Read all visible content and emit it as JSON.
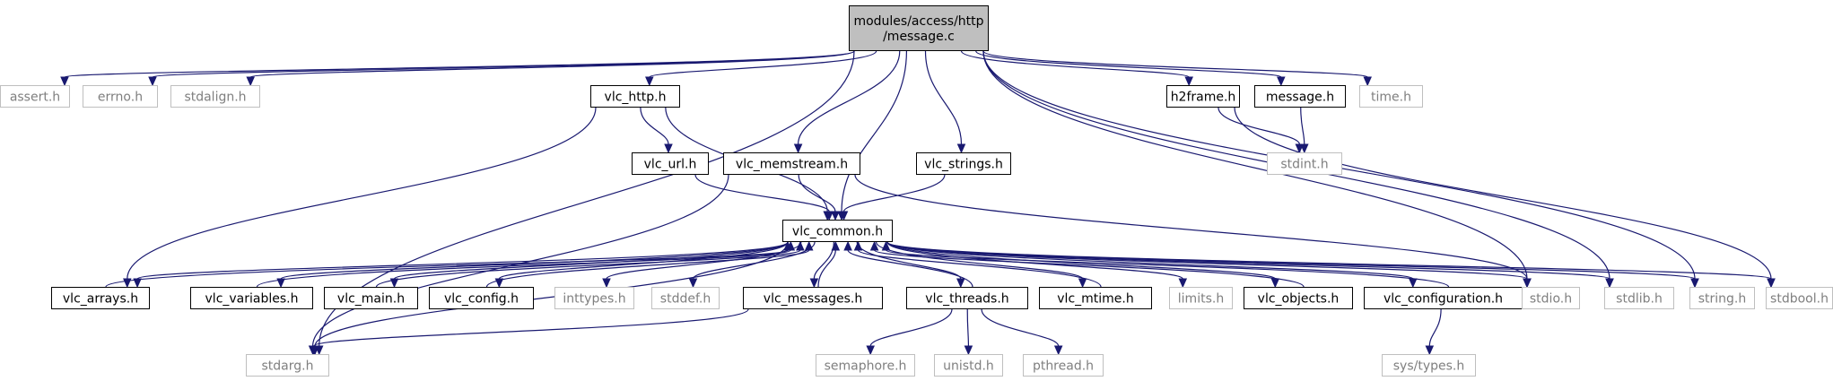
{
  "nodes": [
    {
      "id": "root",
      "lines": [
        "modules/access/http",
        "/message.c"
      ],
      "kind": "root"
    },
    {
      "id": "assert",
      "lines": [
        "assert.h"
      ],
      "kind": "sys"
    },
    {
      "id": "errno",
      "lines": [
        "errno.h"
      ],
      "kind": "sys"
    },
    {
      "id": "stdalign",
      "lines": [
        "stdalign.h"
      ],
      "kind": "sys"
    },
    {
      "id": "vlc_http",
      "lines": [
        "vlc_http.h"
      ],
      "kind": "doc"
    },
    {
      "id": "h2frame",
      "lines": [
        "h2frame.h"
      ],
      "kind": "doc"
    },
    {
      "id": "message",
      "lines": [
        "message.h"
      ],
      "kind": "doc"
    },
    {
      "id": "time",
      "lines": [
        "time.h"
      ],
      "kind": "sys"
    },
    {
      "id": "vlc_url",
      "lines": [
        "vlc_url.h"
      ],
      "kind": "doc"
    },
    {
      "id": "vlc_memstream",
      "lines": [
        "vlc_memstream.h"
      ],
      "kind": "doc"
    },
    {
      "id": "vlc_strings",
      "lines": [
        "vlc_strings.h"
      ],
      "kind": "doc"
    },
    {
      "id": "stdint",
      "lines": [
        "stdint.h"
      ],
      "kind": "sys"
    },
    {
      "id": "vlc_common",
      "lines": [
        "vlc_common.h"
      ],
      "kind": "doc"
    },
    {
      "id": "vlc_arrays",
      "lines": [
        "vlc_arrays.h"
      ],
      "kind": "doc"
    },
    {
      "id": "vlc_variables",
      "lines": [
        "vlc_variables.h"
      ],
      "kind": "doc"
    },
    {
      "id": "vlc_main",
      "lines": [
        "vlc_main.h"
      ],
      "kind": "doc"
    },
    {
      "id": "vlc_config",
      "lines": [
        "vlc_config.h"
      ],
      "kind": "doc"
    },
    {
      "id": "inttypes",
      "lines": [
        "inttypes.h"
      ],
      "kind": "sys"
    },
    {
      "id": "stddef",
      "lines": [
        "stddef.h"
      ],
      "kind": "sys"
    },
    {
      "id": "vlc_messages",
      "lines": [
        "vlc_messages.h"
      ],
      "kind": "doc"
    },
    {
      "id": "vlc_threads",
      "lines": [
        "vlc_threads.h"
      ],
      "kind": "doc"
    },
    {
      "id": "vlc_mtime",
      "lines": [
        "vlc_mtime.h"
      ],
      "kind": "doc"
    },
    {
      "id": "limits",
      "lines": [
        "limits.h"
      ],
      "kind": "sys"
    },
    {
      "id": "vlc_objects",
      "lines": [
        "vlc_objects.h"
      ],
      "kind": "doc"
    },
    {
      "id": "vlc_configuration",
      "lines": [
        "vlc_configuration.h"
      ],
      "kind": "doc"
    },
    {
      "id": "stdio",
      "lines": [
        "stdio.h"
      ],
      "kind": "sys"
    },
    {
      "id": "stdlib",
      "lines": [
        "stdlib.h"
      ],
      "kind": "sys"
    },
    {
      "id": "string",
      "lines": [
        "string.h"
      ],
      "kind": "sys"
    },
    {
      "id": "stdbool",
      "lines": [
        "stdbool.h"
      ],
      "kind": "sys"
    },
    {
      "id": "stdarg",
      "lines": [
        "stdarg.h"
      ],
      "kind": "sys"
    },
    {
      "id": "semaphore",
      "lines": [
        "semaphore.h"
      ],
      "kind": "sys"
    },
    {
      "id": "unistd",
      "lines": [
        "unistd.h"
      ],
      "kind": "sys"
    },
    {
      "id": "pthread",
      "lines": [
        "pthread.h"
      ],
      "kind": "sys"
    },
    {
      "id": "systypes",
      "lines": [
        "sys/types.h"
      ],
      "kind": "sys"
    }
  ],
  "edges": [
    [
      "root",
      "assert"
    ],
    [
      "root",
      "errno"
    ],
    [
      "root",
      "stdalign"
    ],
    [
      "root",
      "vlc_http"
    ],
    [
      "root",
      "h2frame"
    ],
    [
      "root",
      "message"
    ],
    [
      "root",
      "time"
    ],
    [
      "root",
      "vlc_memstream"
    ],
    [
      "root",
      "vlc_strings"
    ],
    [
      "root",
      "vlc_common"
    ],
    [
      "root",
      "stdio"
    ],
    [
      "root",
      "stdlib"
    ],
    [
      "root",
      "string"
    ],
    [
      "root",
      "stdarg"
    ],
    [
      "vlc_http",
      "vlc_url"
    ],
    [
      "vlc_http",
      "vlc_common"
    ],
    [
      "vlc_http",
      "vlc_arrays"
    ],
    [
      "vlc_url",
      "vlc_common"
    ],
    [
      "vlc_memstream",
      "vlc_common"
    ],
    [
      "vlc_memstream",
      "stdarg"
    ],
    [
      "vlc_memstream",
      "stdio"
    ],
    [
      "vlc_strings",
      "vlc_common"
    ],
    [
      "h2frame",
      "stdint"
    ],
    [
      "h2frame",
      "stdbool"
    ],
    [
      "message",
      "stdint"
    ],
    [
      "vlc_common",
      "vlc_arrays"
    ],
    [
      "vlc_common",
      "vlc_variables"
    ],
    [
      "vlc_common",
      "vlc_main"
    ],
    [
      "vlc_common",
      "vlc_config"
    ],
    [
      "vlc_common",
      "inttypes"
    ],
    [
      "vlc_common",
      "stddef"
    ],
    [
      "vlc_common",
      "vlc_messages"
    ],
    [
      "vlc_common",
      "vlc_threads"
    ],
    [
      "vlc_common",
      "vlc_mtime"
    ],
    [
      "vlc_common",
      "limits"
    ],
    [
      "vlc_common",
      "vlc_objects"
    ],
    [
      "vlc_common",
      "vlc_configuration"
    ],
    [
      "vlc_common",
      "stdio"
    ],
    [
      "vlc_common",
      "stdlib"
    ],
    [
      "vlc_common",
      "string"
    ],
    [
      "vlc_common",
      "stdbool"
    ],
    [
      "vlc_common",
      "stdarg"
    ],
    [
      "vlc_arrays",
      "vlc_common"
    ],
    [
      "vlc_variables",
      "vlc_common"
    ],
    [
      "vlc_main",
      "vlc_common"
    ],
    [
      "vlc_config",
      "vlc_common"
    ],
    [
      "vlc_messages",
      "vlc_common"
    ],
    [
      "vlc_threads",
      "vlc_common"
    ],
    [
      "vlc_mtime",
      "vlc_common"
    ],
    [
      "vlc_objects",
      "vlc_common"
    ],
    [
      "vlc_configuration",
      "vlc_common"
    ],
    [
      "vlc_messages",
      "stdarg"
    ],
    [
      "vlc_threads",
      "semaphore"
    ],
    [
      "vlc_threads",
      "unistd"
    ],
    [
      "vlc_threads",
      "pthread"
    ],
    [
      "vlc_configuration",
      "systypes"
    ]
  ]
}
